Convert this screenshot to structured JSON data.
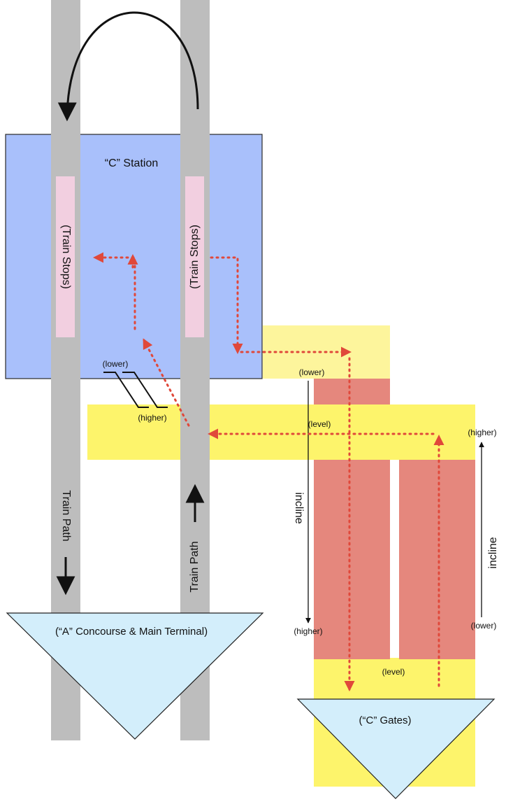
{
  "colors": {
    "track": "#bdbdbd",
    "station": "#a9c0fb",
    "train_stop": "#f2cfe0",
    "walkway_yellow": "#fdf46b",
    "walkway_light_yellow": "#fdf59c",
    "ramp": "#e5877d",
    "concourse": "#d3eefb",
    "walk_route": "#e0483a",
    "arrow": "#111111"
  },
  "labels": {
    "c_station": "“C” Station",
    "train_stops": "(Train Stops)",
    "train_path": "Train Path",
    "a_concourse": "(“A” Concourse & Main Terminal)",
    "c_gates": "(“C” Gates)",
    "lower": "(lower)",
    "higher": "(higher)",
    "level": "(level)",
    "incline": "incline"
  },
  "icons": {
    "loop_arrow": "u-turn-arrow-icon",
    "down_arrow": "arrow-down-icon",
    "up_arrow": "arrow-up-icon",
    "walk_route": "dotted-route-arrow-icon"
  }
}
